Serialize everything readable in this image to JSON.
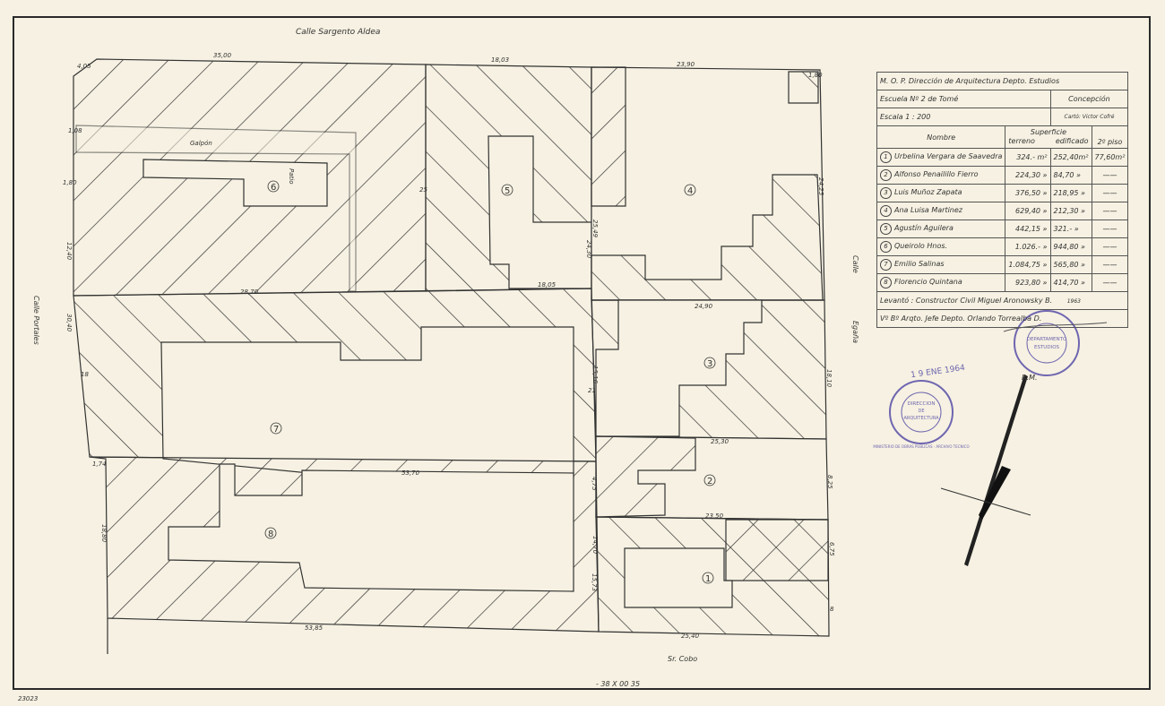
{
  "streets": {
    "north": "Calle   Sargento   Aldea",
    "west": "Calle   Portales",
    "east_1": "Calle",
    "east_2": "Egaña",
    "south": "Sr.   Cobo"
  },
  "plan_labels": {
    "galpon": "Galpón",
    "patio": "Patio",
    "lots": [
      "1",
      "2",
      "3",
      "4",
      "5",
      "6",
      "7",
      "8"
    ]
  },
  "dimensions": {
    "d1": "4,05",
    "d2": "35,00",
    "d3": "18,03",
    "d4": "23,90",
    "d5": "1,80",
    "d6": "1,08",
    "d7": "1,80",
    "d8": "12,40",
    "d9": "28,70",
    "d10": "18,05",
    "d11": "25",
    "d12": "25,49",
    "d13": "24,30",
    "d14": "24,25",
    "d15": "30,40",
    "d16": "24,90",
    "d17": "15,16",
    "d18": "21",
    "d19": "18,10",
    "d20": "25,30",
    "d21": "8,25",
    "d22": "23,50",
    "d23": "6,75",
    "d24": "8",
    "d25": "25,40",
    "d26": "53,70",
    "d27": "53,85",
    "d28": "1,74",
    "d29": "18,80",
    "d30": "4,75",
    "d31": "14,70",
    "d32": "15,73",
    "d33": "18"
  },
  "title_block": {
    "header": "M. O. P.   Dirección  de  Arquitectura   Depto.  Estudios",
    "school": "Escuela  Nº 2  de  Tomé",
    "city": "Concepción",
    "scale": "Escala   1 : 200",
    "drafter": "Cartó:  Victor  Cofré",
    "col_name": "Nombre",
    "col_surface": "Superficie",
    "col_land": "terreno",
    "col_built": "edificado",
    "col_second": "2º piso",
    "rows": [
      {
        "n": "1",
        "name": "Urbelina Vergara de Saavedra",
        "land": "324.- m²",
        "built": "252,40m²",
        "second": "77,60m²"
      },
      {
        "n": "2",
        "name": "Alfonso Penailillo Fierro",
        "land": "224,30 »",
        "built": "84,70 »",
        "second": "——"
      },
      {
        "n": "3",
        "name": "Luis Muñoz Zapata",
        "land": "376,50 »",
        "built": "218,95 »",
        "second": "——"
      },
      {
        "n": "4",
        "name": "Ana Luisa Martinez",
        "land": "629,40 »",
        "built": "212,30 »",
        "second": "——"
      },
      {
        "n": "5",
        "name": "Agustín Aguilera",
        "land": "442,15 »",
        "built": "321.-  »",
        "second": "——"
      },
      {
        "n": "6",
        "name": "Queirolo Hnos.",
        "land": "1.026.-  »",
        "built": "944,80 »",
        "second": "——"
      },
      {
        "n": "7",
        "name": "Emilio Salinas",
        "land": "1.084,75 »",
        "built": "565,80 »",
        "second": "——"
      },
      {
        "n": "8",
        "name": "Florencio Quintana",
        "land": "923,80 »",
        "built": "414,70 »",
        "second": "——"
      }
    ],
    "surveyed": "Levantó :  Constructor  Civil  Miguel  Aronowsky  B.",
    "year": "1963",
    "approved": "Vº  Bº   Arqto.  Jefe  Depto.   Orlando  Torrealba  D."
  },
  "stamps": {
    "date": "1 9  ENE  1964",
    "ministry_ring": "MINISTERIO DE OBRAS PUBLICAS · ARCHIVO TECNICO",
    "ministry_center_1": "DIRECCION",
    "ministry_center_2": "DE",
    "ministry_center_3": "ARQUITECTURA",
    "dept_center_1": "DEPARTAMENTO",
    "dept_center_2": "ESTUDIOS",
    "initials": "R.M."
  },
  "footer": {
    "code": "- 38 X 00 35",
    "corner": "23023"
  },
  "colors": {
    "ink": "#333333",
    "paper": "#f6f1e2",
    "stamp": "#6f66b0"
  }
}
